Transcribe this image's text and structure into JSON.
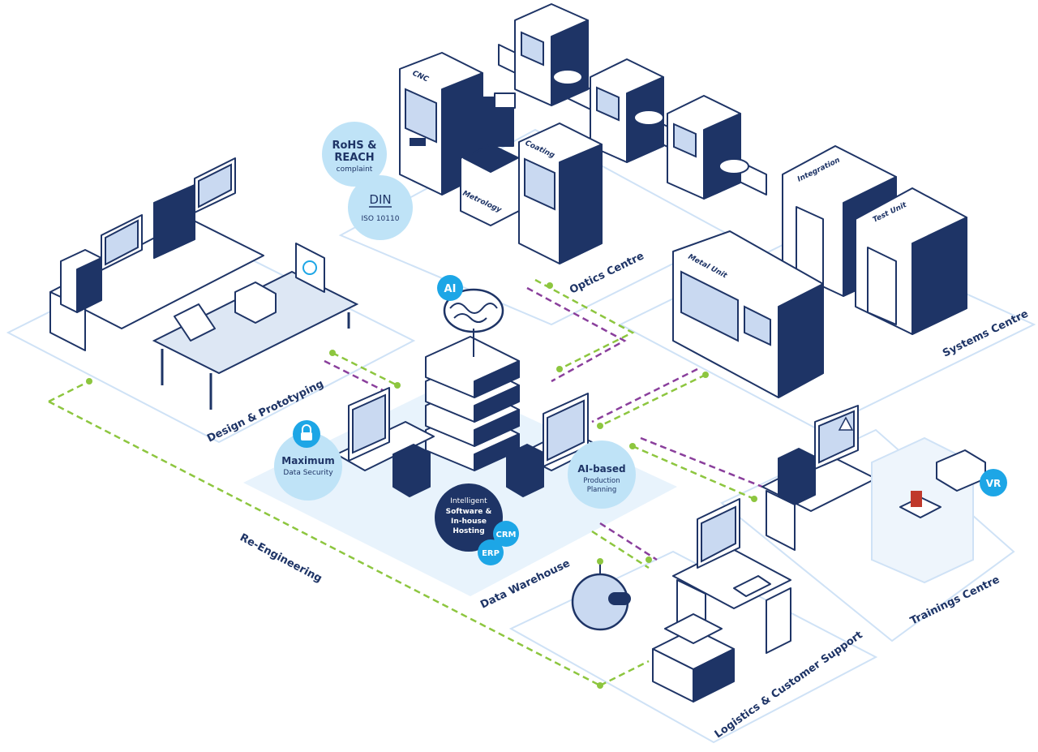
{
  "zones": {
    "optics": "Optics Centre",
    "systems": "Systems Centre",
    "design": "Design & Prototyping",
    "data": "Data Warehouse",
    "trainings": "Trainings Centre",
    "logistics": "Logistics & Customer Support",
    "reengineering": "Re-Engineering"
  },
  "machines": {
    "cnc": "CNC",
    "coating": "Coating",
    "metrology": "Metrology",
    "integration": "Integration",
    "test_unit": "Test Unit",
    "metal_unit": "Metal Unit"
  },
  "bubbles": {
    "rohs_line1": "RoHS &",
    "rohs_line2": "REACH",
    "rohs_sub": "complaint",
    "din": "DIN",
    "iso": "ISO 10110",
    "ai": "AI",
    "security_title": "Maximum",
    "security_sub": "Data Security",
    "ai_planning_title": "AI-based",
    "ai_planning_sub1": "Production",
    "ai_planning_sub2": "Planning",
    "software_l1": "Intelligent",
    "software_l2": "Software &",
    "software_l3": "In-house",
    "software_l4": "Hosting",
    "crm": "CRM",
    "erp": "ERP",
    "vr": "VR"
  },
  "colors": {
    "navy": "#1e3466",
    "light_blue": "#bfe3f7",
    "accent_blue": "#1da6e6",
    "green_dot": "#8dc63f",
    "purple_line": "#8a3f9c",
    "floor": "#e8f3fc"
  },
  "icons": [
    "lock-icon",
    "brain-icon",
    "robot-icon",
    "vr-headset-icon",
    "phone-icon",
    "warning-icon"
  ]
}
